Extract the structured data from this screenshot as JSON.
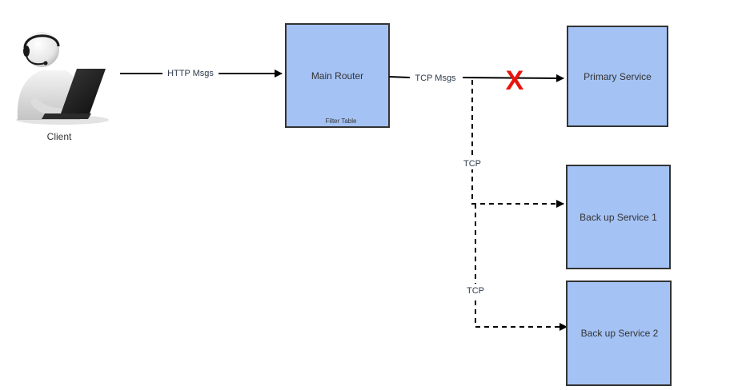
{
  "diagram": {
    "client": {
      "label": "Client",
      "icon": "user-with-headset-at-laptop-icon"
    },
    "nodes": {
      "main_router": {
        "label": "Main Router",
        "sublabel": "Filter Table"
      },
      "primary_service": {
        "label": "Primary Service"
      },
      "backup_service_1": {
        "label": "Back up Service 1"
      },
      "backup_service_2": {
        "label": "Back up Service 2"
      }
    },
    "edges": {
      "client_to_router": {
        "label": "HTTP Msgs",
        "style": "solid"
      },
      "router_to_primary": {
        "label": "TCP Msgs",
        "style": "solid",
        "failed_marker": "X"
      },
      "router_to_backup_1": {
        "label": "TCP",
        "style": "dashed"
      },
      "router_to_backup_2": {
        "label": "TCP",
        "style": "dashed"
      }
    },
    "colors": {
      "node_fill": "#a4c2f4",
      "node_stroke": "#333333",
      "edge_stroke": "#000000",
      "failure_mark": "#e8140c"
    }
  }
}
